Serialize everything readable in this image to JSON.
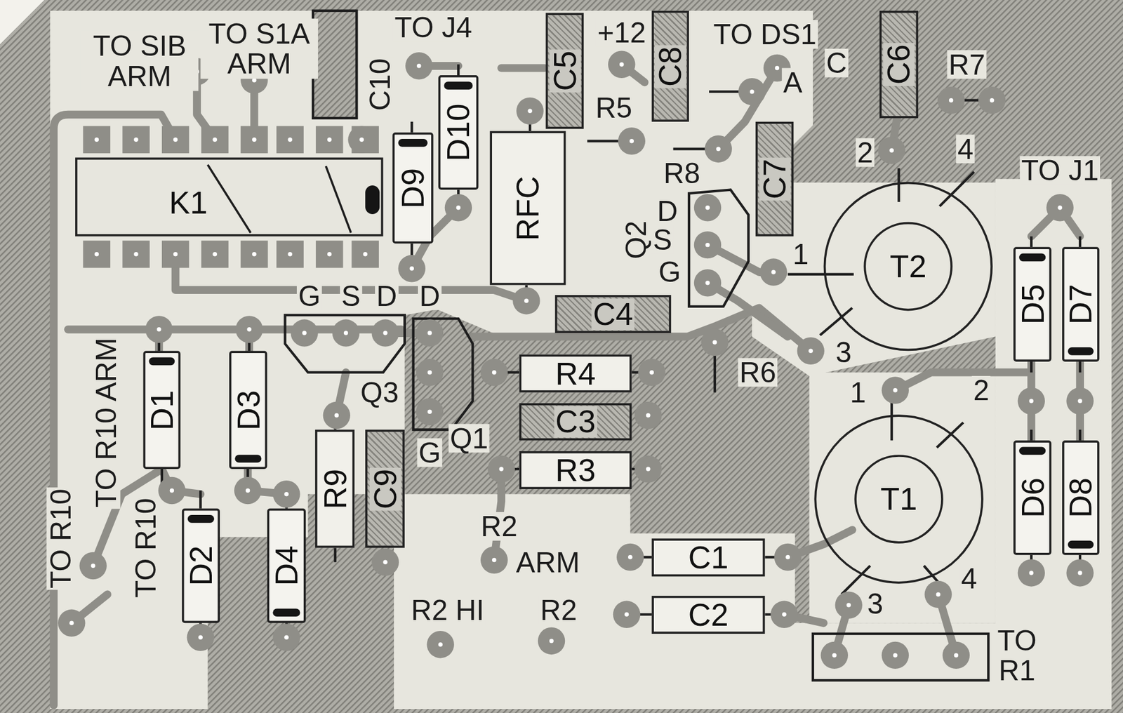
{
  "diagram": {
    "nodes": [
      {
        "text": [
          "C5"
        ]
      },
      {
        "text": [
          "C8"
        ]
      },
      {
        "text": [
          "C6"
        ]
      },
      {
        "text": [
          "D10"
        ]
      },
      {
        "text": [
          "K1"
        ]
      },
      {
        "text": [
          "D9"
        ]
      },
      {
        "text": [
          "RFC"
        ]
      },
      {
        "text": [
          "C7"
        ]
      },
      {
        "text": [
          "T2"
        ]
      },
      {
        "text": [
          "D5"
        ]
      },
      {
        "text": [
          "D7"
        ]
      },
      {
        "text": [
          "C4"
        ]
      },
      {
        "text": [
          "R4"
        ]
      },
      {
        "text": [
          "D1"
        ]
      },
      {
        "text": [
          "D3"
        ]
      },
      {
        "text": [
          "C3"
        ]
      },
      {
        "text": [
          "R9"
        ]
      },
      {
        "text": [
          "C9"
        ]
      },
      {
        "text": [
          "R3"
        ]
      },
      {
        "text": [
          "T1"
        ]
      },
      {
        "text": [
          "D6"
        ]
      },
      {
        "text": [
          "D8"
        ]
      },
      {
        "text": [
          "D2"
        ]
      },
      {
        "text": [
          "D4"
        ]
      },
      {
        "text": [
          "C1"
        ]
      },
      {
        "text": [
          "C2"
        ]
      }
    ],
    "labels": [
      "TO SIB ARM",
      "TO S1A ARM",
      "TO J4",
      "C10",
      "+12",
      "TO DS1",
      "C",
      "A",
      "R7",
      "R5",
      "2",
      "4",
      "R8",
      "TO J1",
      "D",
      "Q2",
      "S",
      "1",
      "G",
      "G",
      "S",
      "D",
      "D",
      "3",
      "R6",
      "Q3",
      "1",
      "2",
      "TO R10 ARM",
      "G",
      "Q1",
      "TO R10",
      "TO R10",
      "R2",
      "ARM",
      "3",
      "4",
      "R2 HI",
      "R2",
      "TO R1"
    ]
  }
}
